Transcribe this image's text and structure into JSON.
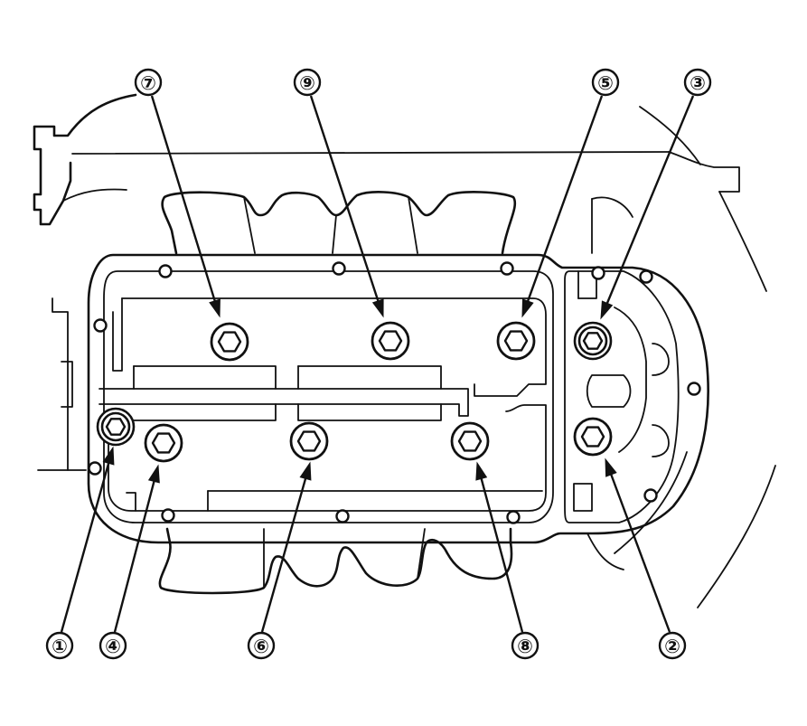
{
  "diagram": {
    "callouts": [
      {
        "label": "⑦"
      },
      {
        "label": "⑨"
      },
      {
        "label": "⑤"
      },
      {
        "label": "③"
      },
      {
        "label": "①"
      },
      {
        "label": "④"
      },
      {
        "label": "⑥"
      },
      {
        "label": "⑧"
      },
      {
        "label": "②"
      }
    ]
  },
  "colors": {
    "line": "#111111",
    "background": "#ffffff"
  }
}
